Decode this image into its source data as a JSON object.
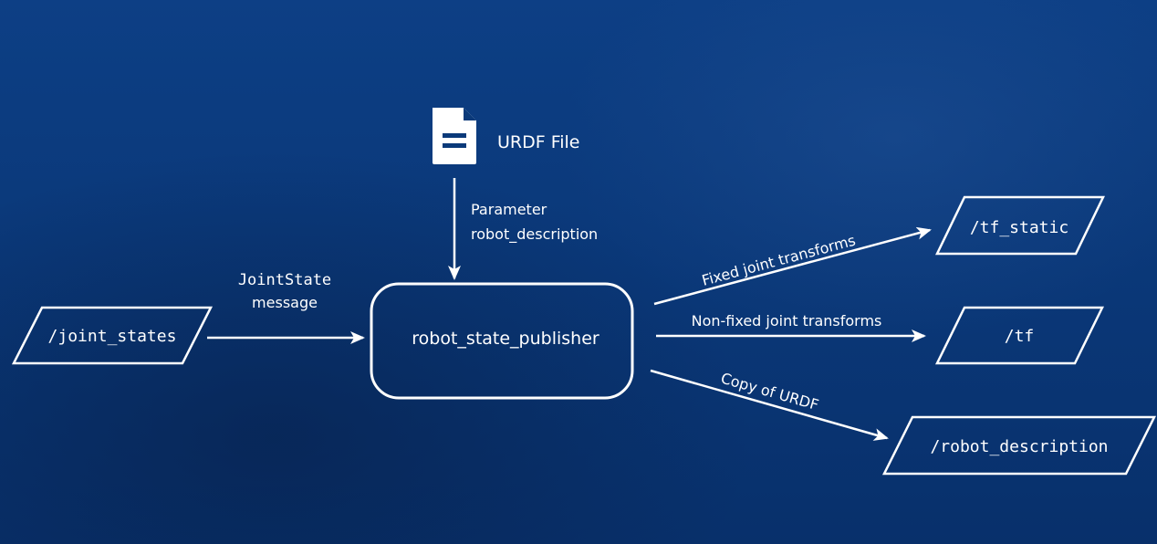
{
  "colors": {
    "background": "#0b3a7a",
    "stroke": "#ffffff",
    "text": "#ffffff"
  },
  "icons": {
    "urdf": "document-icon"
  },
  "nodes": {
    "urdf_file": "URDF File",
    "publisher": "robot_state_publisher",
    "joint_states": "/joint_states",
    "tf_static": "/tf_static",
    "tf": "/tf",
    "robot_description": "/robot_description"
  },
  "edges": {
    "param_line1": "Parameter",
    "param_line2": "robot_description",
    "jointstate_line1": "JointState",
    "jointstate_line2": "message",
    "fixed": "Fixed joint transforms",
    "nonfixed": "Non-fixed joint transforms",
    "copy": "Copy of URDF"
  }
}
